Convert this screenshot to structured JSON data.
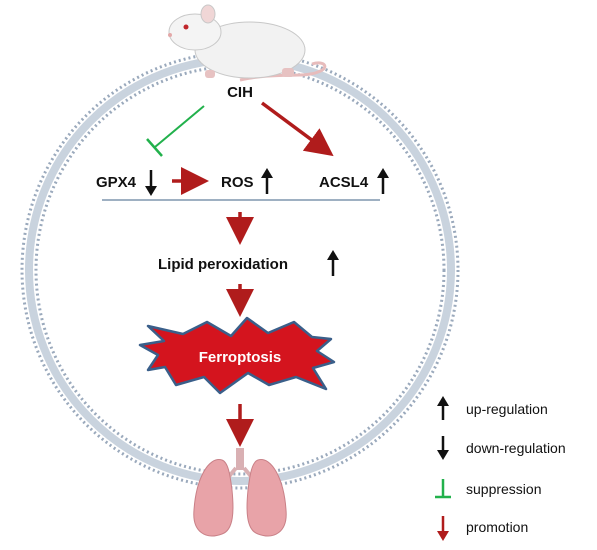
{
  "nodes": {
    "cih": "CIH",
    "gpx4": "GPX4",
    "ros": "ROS",
    "acsl4": "ACSL4",
    "lipid_peroxidation": "Lipid peroxidation",
    "ferroptosis": "Ferroptosis"
  },
  "legend": {
    "up": "up-regulation",
    "down": "down-regulation",
    "suppression": "suppression",
    "promotion": "promotion"
  },
  "colors": {
    "promotion": "#b01c1c",
    "suppression": "#22b14c",
    "ferroptosis_fill": "#d4141e",
    "ferroptosis_outline": "#3a5f8a",
    "membrane": "#9aa9bc",
    "lung": "#e8a3a8"
  },
  "icons": {
    "animal": "rat-icon",
    "organ": "lungs-icon"
  }
}
